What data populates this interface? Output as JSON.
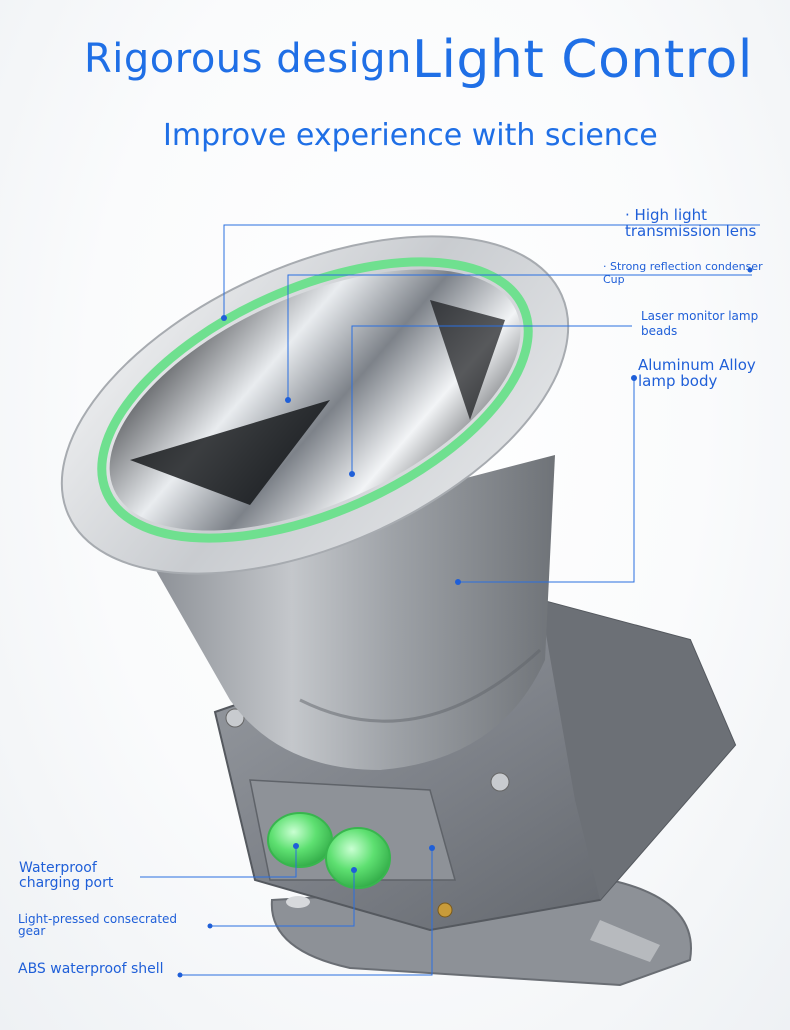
{
  "title": {
    "part1": "Rigorous design",
    "part2": "Light Control",
    "subtitle": "Improve experience with science"
  },
  "callouts": {
    "lens": [
      "· High light",
      "transmission lens"
    ],
    "cup": [
      "· Strong reflection condenser",
      "Cup"
    ],
    "beads": [
      "Laser monitor lamp",
      "beads"
    ],
    "body": [
      "Aluminum Alloy",
      "lamp body"
    ],
    "port": [
      "Waterproof",
      "charging port"
    ],
    "gear": [
      "Light-pressed consecrated",
      "gear"
    ],
    "shell": "ABS waterproof shell"
  },
  "colors": {
    "text_blue": "#1f6fe6",
    "line_blue": "#2a6fe0",
    "ring_green": "#6fe08f",
    "button_green": "#5ee071",
    "body_gray": "#7c8087"
  }
}
